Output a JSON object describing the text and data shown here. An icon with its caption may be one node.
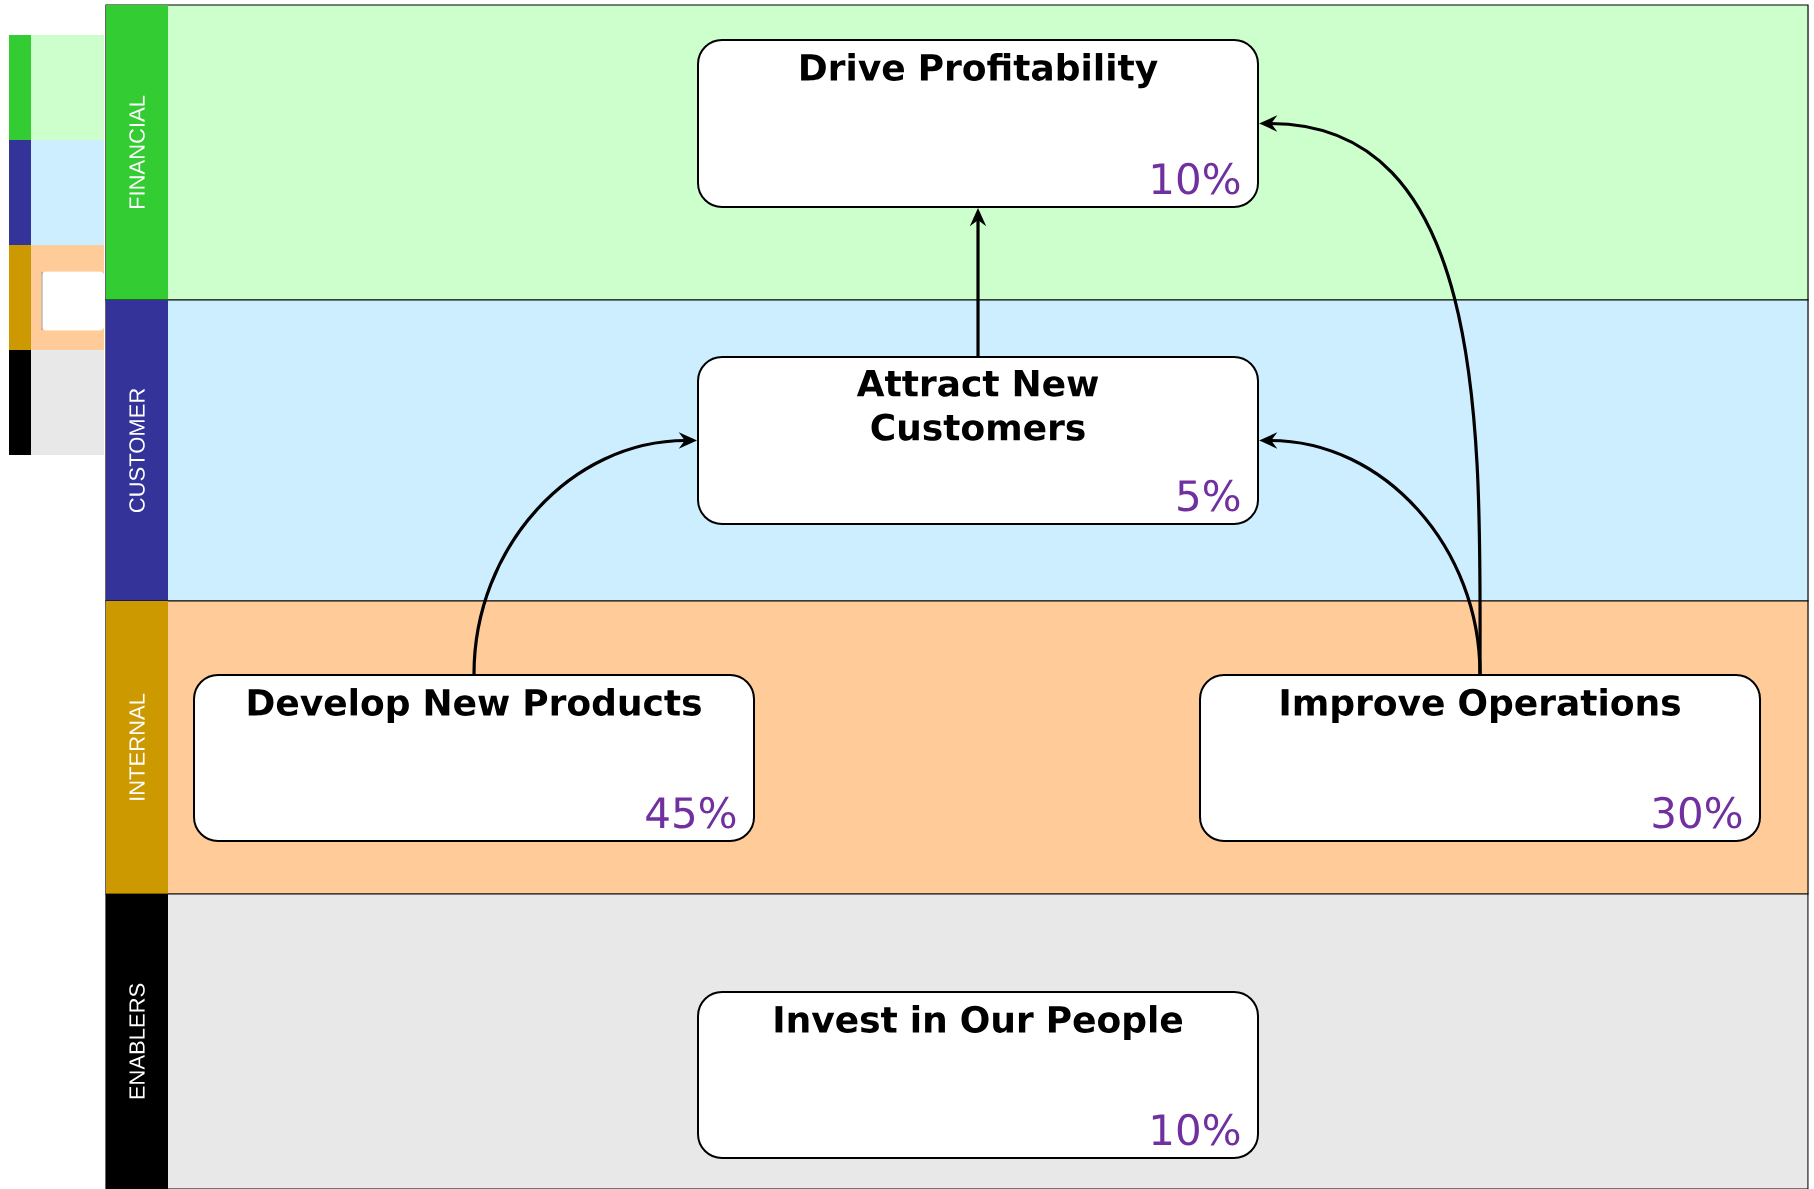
{
  "diagram": {
    "nodes": [
      {
        "text": [
          "FINANCIAL"
        ]
      },
      {
        "text": [
          "Drive Profitability",
          "10%"
        ],
        "in": 0
      },
      {
        "text": [
          "CUSTOMER"
        ]
      },
      {
        "text": [
          "Attract New Customers",
          "5%"
        ],
        "in": 2
      },
      {
        "text": [
          "INTERNAL"
        ]
      },
      {
        "text": [
          "Develop New Products",
          "45%"
        ],
        "in": 4
      },
      {
        "text": [
          "Improve Operations",
          "30%"
        ],
        "in": 4
      },
      {
        "text": [
          "ENABLERS"
        ]
      },
      {
        "text": [
          "Invest in Our People",
          "10%"
        ],
        "in": 7
      }
    ],
    "edges": [
      {
        "from": 3,
        "to": 1,
        "arrow": "to"
      },
      {
        "from": 5,
        "to": 3,
        "arrow": "to"
      },
      {
        "from": 6,
        "to": 3,
        "arrow": "to"
      },
      {
        "from": 6,
        "to": 1,
        "arrow": "to"
      }
    ]
  }
}
